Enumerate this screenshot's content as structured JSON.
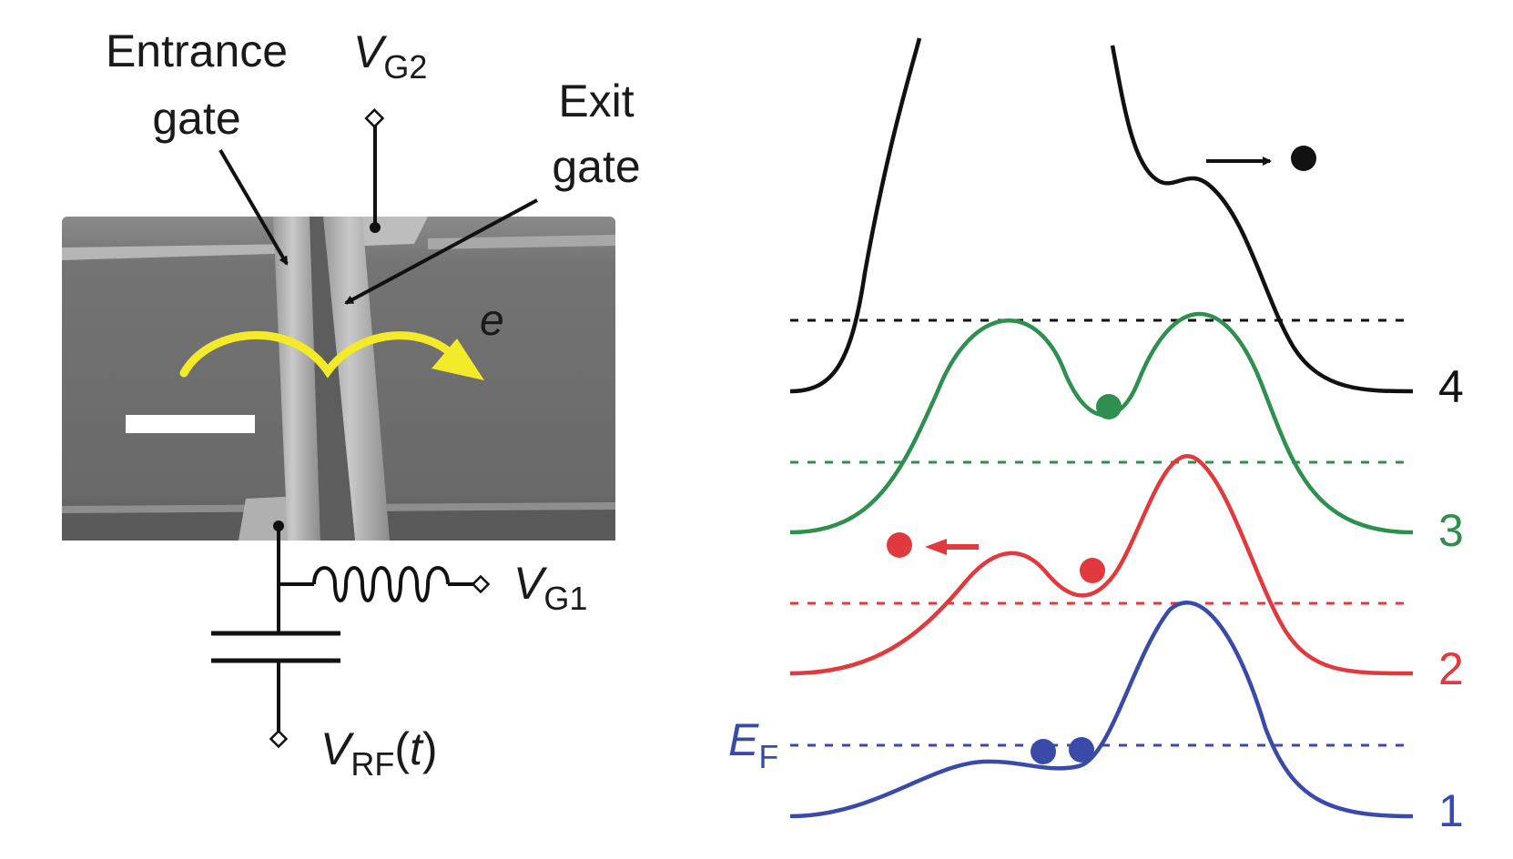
{
  "left_panel": {
    "entrance_label": [
      "Entrance",
      "gate"
    ],
    "exit_label": [
      "Exit",
      "gate"
    ],
    "electron_symbol": "e",
    "vg2": {
      "main": "V",
      "sub": "G2"
    },
    "vg1": {
      "main": "V",
      "sub": "G1"
    },
    "vrf": {
      "main": "V",
      "sub": "RF",
      "paren_open": "(",
      "arg": "t",
      "paren_close": ")"
    }
  },
  "right_panel": {
    "fermi_label": {
      "main": "E",
      "sub": "F"
    },
    "step_labels": [
      "1",
      "2",
      "3",
      "4"
    ]
  },
  "colors": {
    "step1": "#3a4aa8",
    "step2": "#e0393e",
    "step3": "#2f8f4e",
    "step4": "#111111",
    "electron_arrow": "#f3ea2a",
    "sem_background": "#6c6c6c"
  }
}
